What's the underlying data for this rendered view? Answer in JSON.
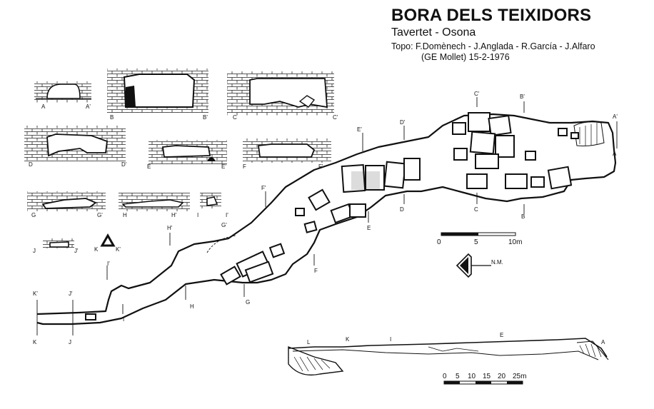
{
  "header": {
    "title": "BORA DELS TEIXIDORS",
    "location": "Tavertet - Osona",
    "authors": "Topo: F.Domènech - J.Anglada - R.García - J.Alfaro",
    "group_date": "(GE Mollet)  15-2-1976"
  },
  "north": {
    "label": "N.M."
  },
  "plan_scale": {
    "ticks": [
      "0",
      "5",
      "10m"
    ]
  },
  "profile_scale": {
    "ticks": [
      "0",
      "5",
      "10",
      "15",
      "20",
      "25m"
    ]
  },
  "plan_sections": [
    {
      "label": "A",
      "prime": "A'"
    },
    {
      "label": "B",
      "prime": "B'"
    },
    {
      "label": "C",
      "prime": "C'"
    },
    {
      "label": "D",
      "prime": "D'"
    },
    {
      "label": "E",
      "prime": "E'"
    },
    {
      "label": "F",
      "prime": "F'"
    },
    {
      "label": "G",
      "prime": "G'"
    },
    {
      "label": "H",
      "prime": "H'"
    },
    {
      "label": "I",
      "prime": "I'"
    },
    {
      "label": "J",
      "prime": "J'"
    },
    {
      "label": "K",
      "prime": "K'"
    }
  ],
  "cross_sections": [
    {
      "label": "A",
      "prime": "A'"
    },
    {
      "label": "B",
      "prime": "B'"
    },
    {
      "label": "C",
      "prime": "C'"
    },
    {
      "label": "D",
      "prime": "D'"
    },
    {
      "label": "E",
      "prime": "E'"
    },
    {
      "label": "F",
      "prime": "F'"
    },
    {
      "label": "G",
      "prime": "G'"
    },
    {
      "label": "H",
      "prime": "H'"
    },
    {
      "label": "I",
      "prime": "I'"
    },
    {
      "label": "J",
      "prime": "J'"
    },
    {
      "label": "K",
      "prime": "K'"
    }
  ],
  "profile_labels": [
    "L",
    "K",
    "I",
    "E",
    "A"
  ]
}
